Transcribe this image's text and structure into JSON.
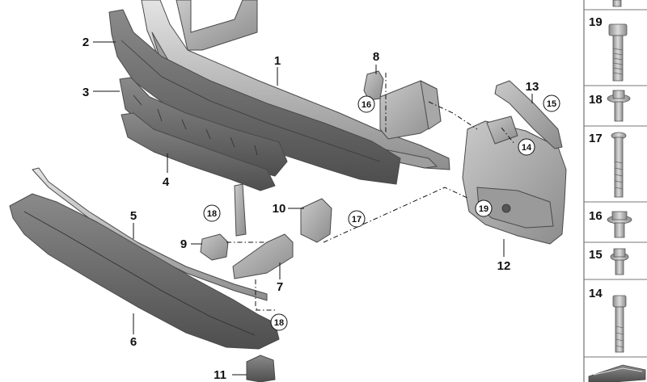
{
  "diagram": {
    "callouts": [
      {
        "id": "c1",
        "label": "1"
      },
      {
        "id": "c2",
        "label": "2"
      },
      {
        "id": "c3",
        "label": "3"
      },
      {
        "id": "c4",
        "label": "4"
      },
      {
        "id": "c5",
        "label": "5"
      },
      {
        "id": "c6",
        "label": "6"
      },
      {
        "id": "c7",
        "label": "7"
      },
      {
        "id": "c8",
        "label": "8"
      },
      {
        "id": "c9",
        "label": "9"
      },
      {
        "id": "c10",
        "label": "10"
      },
      {
        "id": "c11",
        "label": "11"
      },
      {
        "id": "c12",
        "label": "12"
      },
      {
        "id": "c13",
        "label": "13"
      }
    ],
    "circled_callouts": [
      {
        "id": "cc16",
        "label": "16"
      },
      {
        "id": "cc15",
        "label": "15"
      },
      {
        "id": "cc14",
        "label": "14"
      },
      {
        "id": "cc19",
        "label": "19"
      },
      {
        "id": "cc17",
        "label": "17"
      },
      {
        "id": "cc18a",
        "label": "18"
      },
      {
        "id": "cc18b",
        "label": "18"
      }
    ]
  },
  "parts_panel": {
    "items": [
      {
        "label": "19",
        "icon": "long-bolt-icon"
      },
      {
        "label": "18",
        "icon": "washer-screw-icon"
      },
      {
        "label": "17",
        "icon": "long-screw-icon"
      },
      {
        "label": "16",
        "icon": "flange-nut-icon"
      },
      {
        "label": "15",
        "icon": "collar-screw-icon"
      },
      {
        "label": "14",
        "icon": "short-bolt-icon"
      }
    ]
  }
}
